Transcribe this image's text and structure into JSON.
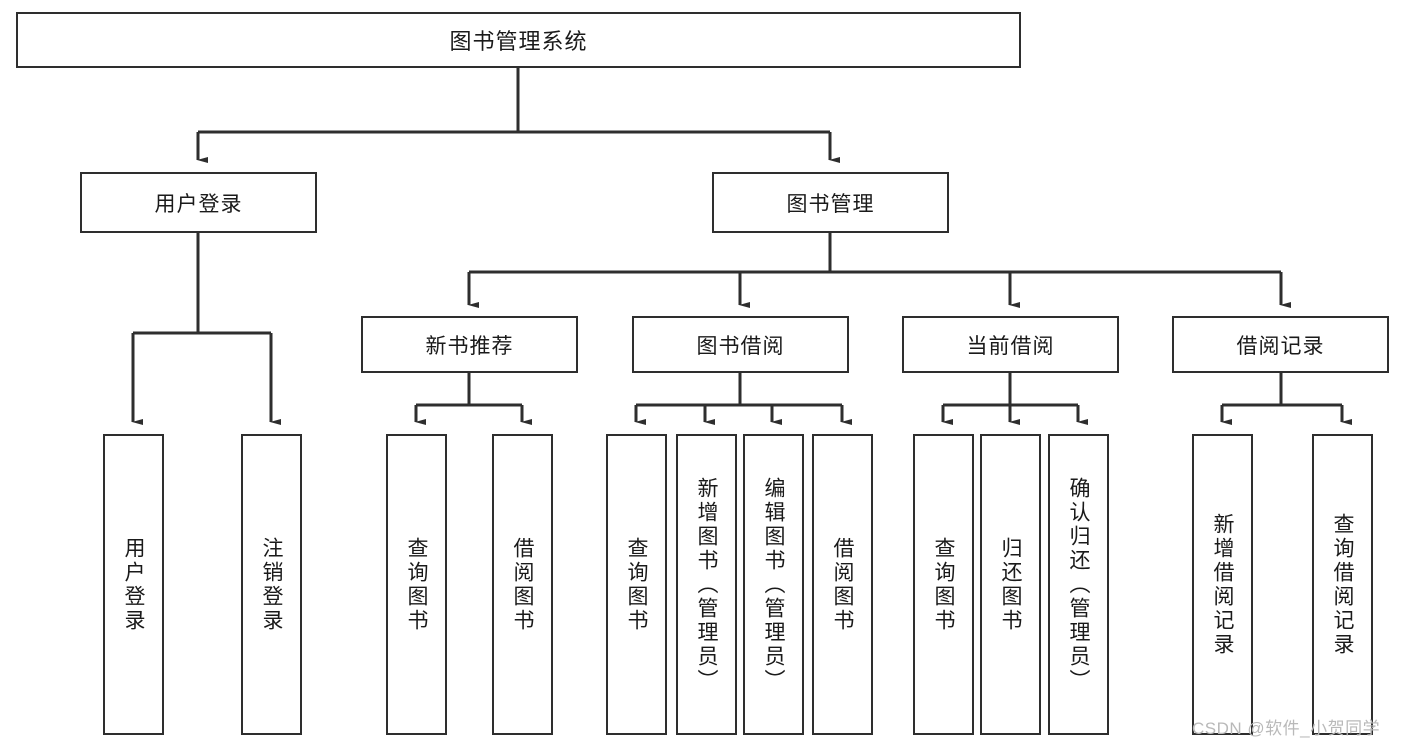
{
  "diagram": {
    "title": "图书管理系统",
    "type": "hierarchy-tree",
    "watermark": "CSDN @软件_小贺同学",
    "colors": {
      "stroke": "#2e2e2e",
      "fill": "#ffffff",
      "text": "#1a1a1a",
      "watermark": "#b9b9b9"
    },
    "levels": {
      "root": {
        "label": "图书管理系统"
      },
      "level2": [
        {
          "id": "user-login",
          "label": "用户登录"
        },
        {
          "id": "book-management",
          "label": "图书管理"
        }
      ],
      "level3": [
        {
          "id": "new-book-recommend",
          "label": "新书推荐",
          "parent": "book-management"
        },
        {
          "id": "book-borrow",
          "label": "图书借阅",
          "parent": "book-management"
        },
        {
          "id": "current-borrow",
          "label": "当前借阅",
          "parent": "book-management"
        },
        {
          "id": "borrow-record",
          "label": "借阅记录",
          "parent": "book-management"
        }
      ],
      "leaves": [
        {
          "id": "leaf-user-login",
          "label": "用户登录",
          "parent": "user-login"
        },
        {
          "id": "leaf-logout",
          "label": "注销登录",
          "parent": "user-login"
        },
        {
          "id": "leaf-query-book-1",
          "label": "查询图书",
          "parent": "new-book-recommend"
        },
        {
          "id": "leaf-borrow-book-1",
          "label": "借阅图书",
          "parent": "new-book-recommend"
        },
        {
          "id": "leaf-query-book-2",
          "label": "查询图书",
          "parent": "book-borrow"
        },
        {
          "id": "leaf-add-book",
          "label": "新增图书（管理员）",
          "parent": "book-borrow"
        },
        {
          "id": "leaf-edit-book",
          "label": "编辑图书（管理员）",
          "parent": "book-borrow"
        },
        {
          "id": "leaf-borrow-book-2",
          "label": "借阅图书",
          "parent": "book-borrow"
        },
        {
          "id": "leaf-query-book-3",
          "label": "查询图书",
          "parent": "current-borrow"
        },
        {
          "id": "leaf-return-book",
          "label": "归还图书",
          "parent": "current-borrow"
        },
        {
          "id": "leaf-confirm-return",
          "label": "确认归还（管理员）",
          "parent": "current-borrow"
        },
        {
          "id": "leaf-add-record",
          "label": "新增借阅记录",
          "parent": "borrow-record"
        },
        {
          "id": "leaf-query-record",
          "label": "查询借阅记录",
          "parent": "borrow-record"
        }
      ]
    }
  }
}
